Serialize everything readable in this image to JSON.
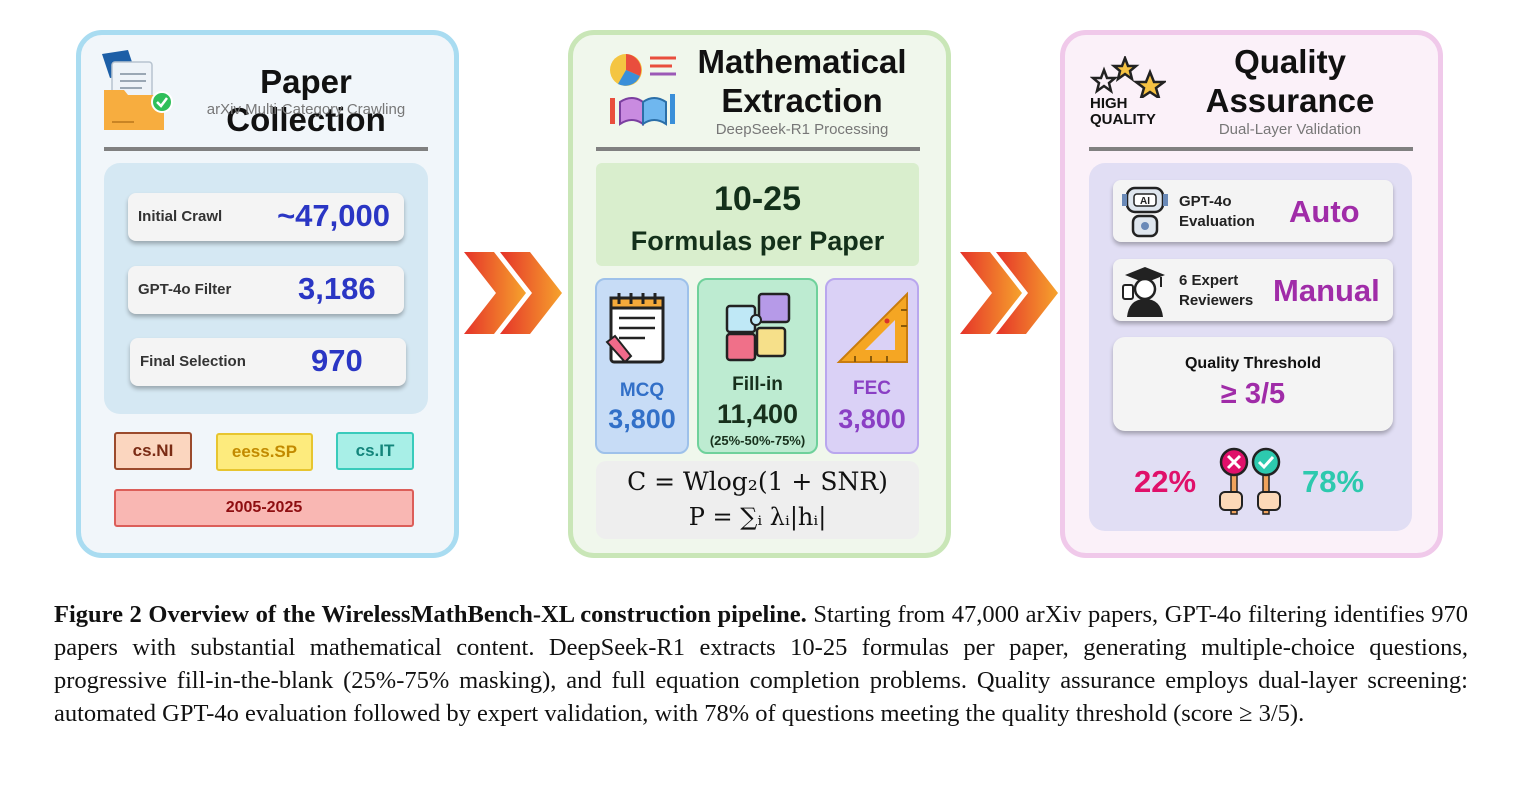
{
  "collection": {
    "title": "Paper Collection",
    "subtitle": "arXiv Multi-Category Crawling",
    "stats": [
      {
        "label": "Initial Crawl",
        "value": "~47,000"
      },
      {
        "label": "GPT-4o Filter",
        "value": "3,186"
      },
      {
        "label": "Final Selection",
        "value": "970"
      }
    ],
    "tags": [
      "cs.NI",
      "eess.SP",
      "cs.IT"
    ],
    "years": "2005-2025"
  },
  "extraction": {
    "title_line1": "Mathematical",
    "title_line2": "Extraction",
    "subtitle": "DeepSeek-R1 Processing",
    "count": "10-25",
    "count_label": "Formulas per Paper",
    "categories": [
      {
        "label": "MCQ",
        "value": "3,800",
        "note": ""
      },
      {
        "label": "Fill-in",
        "value": "11,400",
        "note": "(25%-50%-75%)"
      },
      {
        "label": "FEC",
        "value": "3,800",
        "note": ""
      }
    ],
    "formula1": "C = Wlog₂(1 + SNR)",
    "formula2": "P = ∑ᵢ λᵢ|hᵢ|"
  },
  "quality": {
    "title_line1": "Quality",
    "title_line2": "Assurance",
    "subtitle": "Dual-Layer Validation",
    "badge_line1": "HIGH",
    "badge_line2": "QUALITY",
    "robot_text": "AI",
    "auto_label_line1": "GPT-4o",
    "auto_label_line2": "Evaluation",
    "auto_value": "Auto",
    "manual_label_line1": "6 Expert",
    "manual_label_line2": "Reviewers",
    "manual_value": "Manual",
    "threshold_label": "Quality Threshold",
    "threshold_value": "≥ 3/5",
    "reject_pct": "22%",
    "accept_pct": "78%"
  },
  "caption": {
    "lead": "Figure 2  Overview of the WirelessMathBench-XL construction pipeline.",
    "body": " Starting from  47,000 arXiv papers, GPT-4o filtering identifies 970 papers with substantial mathematical content. DeepSeek-R1 extracts 10-25 formulas per paper, generating multiple-choice questions, progressive fill-in-the-blank (25%-75% masking), and full equation completion problems. Quality assurance employs dual-layer screening: automated GPT-4o evaluation followed by expert validation, with 78% of questions meeting the quality threshold (score ≥ 3/5)."
  },
  "colors": {
    "stat_value": "#2a36c4",
    "quality_accent": "#a02ca8",
    "reject": "#e0106a",
    "accept": "#2dc9ae",
    "arrow": "#ef6a2b"
  }
}
